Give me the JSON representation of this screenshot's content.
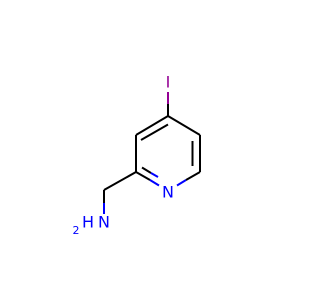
{
  "molecule": {
    "atoms": {
      "iodine": "I",
      "ring_nitrogen": "N",
      "amine_n": "N",
      "amine_h": "H",
      "amine_h_count": "2"
    },
    "colors": {
      "bond": "#000000",
      "iodine": "#940094",
      "nitrogen": "#0000ff"
    }
  }
}
